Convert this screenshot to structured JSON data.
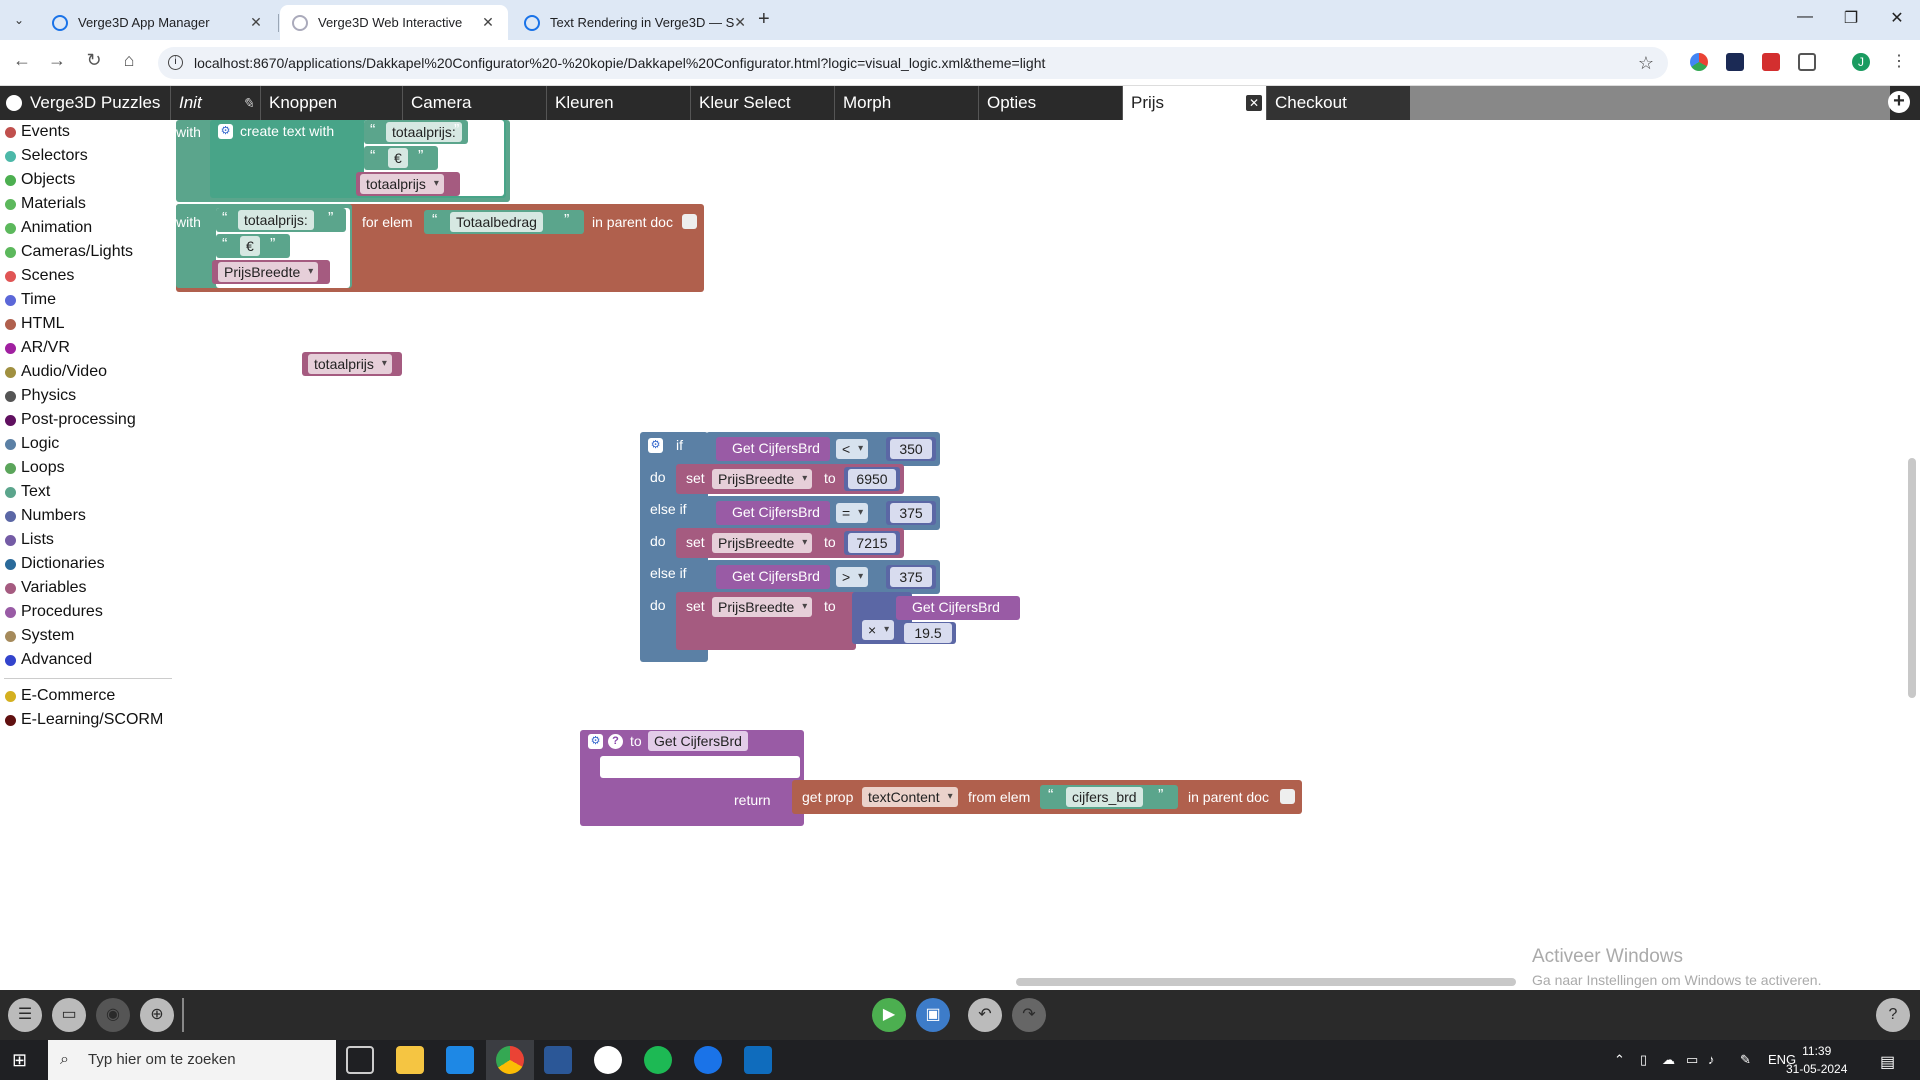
{
  "browser": {
    "tabs": [
      {
        "title": "Verge3D App Manager",
        "active": false
      },
      {
        "title": "Verge3D Web Interactive",
        "active": true
      },
      {
        "title": "Text Rendering in Verge3D — S",
        "active": false
      }
    ],
    "url": "localhost:8670/applications/Dakkapel%20Configurator%20-%20kopie/Dakkapel%20Configurator.html?logic=visual_logic.xml&theme=light",
    "profile_initial": "J"
  },
  "puzzles": {
    "brand": "Verge3D Puzzles",
    "tabs": [
      "Init",
      "Knoppen",
      "Camera",
      "Kleuren",
      "Kleur Select",
      "Morph",
      "Opties",
      "Prijs",
      "Checkout"
    ],
    "selected_tab": "Prijs"
  },
  "toolbox": {
    "categories": [
      {
        "label": "Events",
        "color": "#c0504d"
      },
      {
        "label": "Selectors",
        "color": "#4cb8a8"
      },
      {
        "label": "Objects",
        "color": "#4caf50"
      },
      {
        "label": "Materials",
        "color": "#5cb85c"
      },
      {
        "label": "Animation",
        "color": "#5cb85c"
      },
      {
        "label": "Cameras/Lights",
        "color": "#5cb85c"
      },
      {
        "label": "Scenes",
        "color": "#e05555"
      },
      {
        "label": "Time",
        "color": "#5b67d8"
      },
      {
        "label": "HTML",
        "color": "#b0604d"
      },
      {
        "label": "AR/VR",
        "color": "#a020a0"
      },
      {
        "label": "Audio/Video",
        "color": "#a09040"
      },
      {
        "label": "Physics",
        "color": "#555555"
      },
      {
        "label": "Post-processing",
        "color": "#601060"
      },
      {
        "label": "Logic",
        "color": "#5b80a5"
      },
      {
        "label": "Loops",
        "color": "#5ba55b"
      },
      {
        "label": "Text",
        "color": "#5ba58c"
      },
      {
        "label": "Numbers",
        "color": "#5b67a5"
      },
      {
        "label": "Lists",
        "color": "#745ba5"
      },
      {
        "label": "Dictionaries",
        "color": "#2a6a9a"
      },
      {
        "label": "Variables",
        "color": "#a55b80"
      },
      {
        "label": "Procedures",
        "color": "#995ba5"
      },
      {
        "label": "System",
        "color": "#a58a5b"
      },
      {
        "label": "Advanced",
        "color": "#3344cc"
      }
    ],
    "extra": [
      {
        "label": "E-Commerce",
        "color": "#d4b020"
      },
      {
        "label": "E-Learning/SCORM",
        "color": "#601010"
      }
    ]
  },
  "blocks": {
    "b1": {
      "with": "with",
      "create_text": "create text with",
      "s1": "totaalprijs:",
      "s2": "€",
      "var": "totaalprijs"
    },
    "b2": {
      "with": "with",
      "s1": "totaalprijs:",
      "s2": "€",
      "var": "PrijsBreedte",
      "for_elem": "for elem",
      "elem": "Totaalbedrag",
      "in_parent": "in parent doc"
    },
    "loose_var": "totaalprijs",
    "ifblock": {
      "if": "if",
      "do": "do",
      "elseif": "else if",
      "get": "Get CijfersBrd",
      "set": "set",
      "to": "to",
      "var": "PrijsBreedte",
      "op1": "<",
      "v1": "350",
      "r1": "6950",
      "op2": "=",
      "v2": "375",
      "r2": "7215",
      "op3": ">",
      "v3": "375",
      "mul_op": "×",
      "mul": "19.5"
    },
    "proc": {
      "to": "to",
      "name": "Get CijfersBrd",
      "return": "return",
      "get_prop": "get prop",
      "prop": "textContent",
      "from_elem": "from elem",
      "elem": "cijfers_brd",
      "in_parent": "in parent doc"
    }
  },
  "watermark": {
    "line1": "Activeer Windows",
    "line2": "Ga naar Instellingen om Windows te activeren."
  },
  "taskbar": {
    "search_placeholder": "Typ hier om te zoeken",
    "lang": "ENG",
    "time": "11:39",
    "date": "31-05-2024"
  }
}
